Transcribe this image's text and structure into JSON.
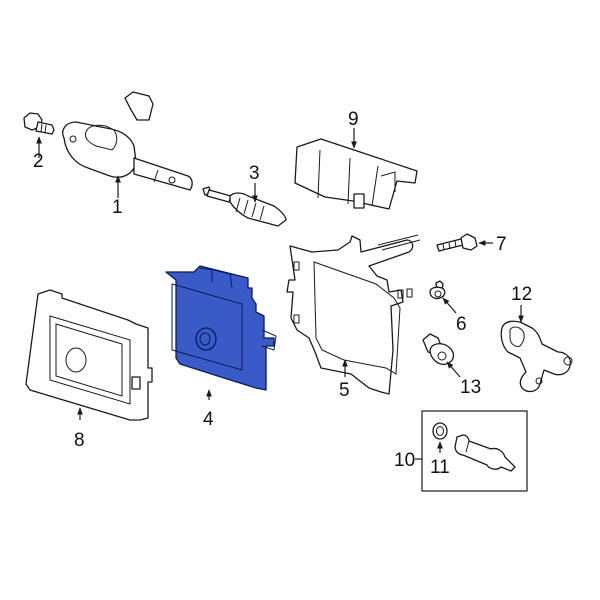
{
  "diagram": {
    "type": "exploded-parts-view",
    "highlighted_part": "4",
    "colors": {
      "highlight_fill": "#3a5bc7",
      "highlight_stroke": "#0b1a5a",
      "line": "#1a1a1a",
      "background": "#ffffff"
    },
    "callouts": [
      {
        "id": "1",
        "label": "1"
      },
      {
        "id": "2",
        "label": "2"
      },
      {
        "id": "3",
        "label": "3"
      },
      {
        "id": "4",
        "label": "4"
      },
      {
        "id": "5",
        "label": "5"
      },
      {
        "id": "6",
        "label": "6"
      },
      {
        "id": "7",
        "label": "7"
      },
      {
        "id": "8",
        "label": "8"
      },
      {
        "id": "9",
        "label": "9"
      },
      {
        "id": "10",
        "label": "10"
      },
      {
        "id": "11",
        "label": "11"
      },
      {
        "id": "12",
        "label": "12"
      },
      {
        "id": "13",
        "label": "13"
      }
    ]
  }
}
